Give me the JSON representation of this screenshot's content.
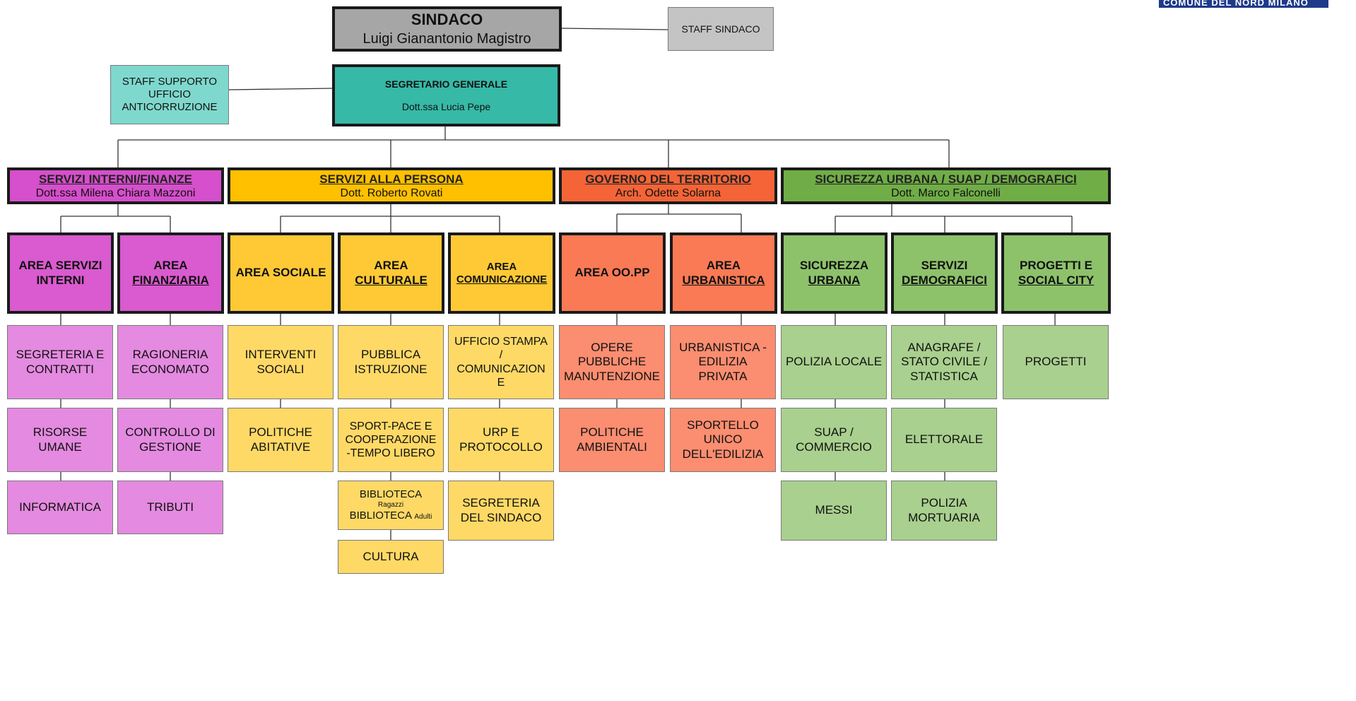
{
  "logo_text": "COMUNE DEL NORD MILANO",
  "sindaco": {
    "title": "SINDACO",
    "name": "Luigi Gianantonio Magistro"
  },
  "staff_sindaco": "STAFF SINDACO",
  "segretario": {
    "title": "SEGRETARIO GENERALE",
    "name": "Dott.ssa Lucia Pepe"
  },
  "staff_anticorruzione": [
    "STAFF SUPPORTO",
    "UFFICIO",
    "ANTICORRUZIONE"
  ],
  "departments": {
    "finanze": {
      "title": "SERVIZI INTERNI/FINANZE",
      "head": "Dott.ssa Milena Chiara Mazzoni"
    },
    "persona": {
      "title": "SERVIZI ALLA PERSONA",
      "head": "Dott. Roberto Rovati"
    },
    "territorio": {
      "title": "GOVERNO DEL TERRITORIO",
      "head": "Arch. Odette Solarna"
    },
    "sicurezza": {
      "title": "SICUREZZA URBANA / SUAP / DEMOGRAFICI",
      "head": "Dott. Marco Falconelli"
    }
  },
  "areas": {
    "servizi_interni": [
      "AREA SERVIZI",
      "INTERNI"
    ],
    "finanziaria": [
      "AREA",
      "FINANZIARIA"
    ],
    "sociale": [
      "AREA SOCIALE"
    ],
    "culturale": [
      "AREA",
      "CULTURALE"
    ],
    "comunicazione": [
      "AREA",
      "COMUNICAZIONE"
    ],
    "oopp": [
      "AREA OO.PP"
    ],
    "urbanistica": [
      "AREA",
      "URBANISTICA"
    ],
    "sicurezza_urbana": [
      "SICUREZZA",
      "URBANA"
    ],
    "demografici": [
      "SERVIZI",
      "DEMOGRAFICI"
    ],
    "progetti": [
      "PROGETTI E",
      "SOCIAL CITY"
    ]
  },
  "offices": {
    "segreteria_contratti": [
      "SEGRETERIA E",
      "CONTRATTI"
    ],
    "risorse_umane": [
      "RISORSE",
      "UMANE"
    ],
    "informatica": [
      "INFORMATICA"
    ],
    "ragioneria": [
      "RAGIONERIA",
      "ECONOMATO"
    ],
    "controllo_gestione": [
      "CONTROLLO DI",
      "GESTIONE"
    ],
    "tributi": [
      "TRIBUTI"
    ],
    "interventi_sociali": [
      "INTERVENTI",
      "SOCIALI"
    ],
    "politiche_abitative": [
      "POLITICHE",
      "ABITATIVE"
    ],
    "pubblica_istruzione": [
      "PUBBLICA",
      "ISTRUZIONE"
    ],
    "sport": [
      "SPORT-PACE E",
      "COOPERAZIONE",
      "-TEMPO LIBERO"
    ],
    "biblioteca": {
      "l1": "BIBLIOTECA",
      "l2": "Ragazzi",
      "l3": "BIBLIOTECA",
      "l3b": "Adulti"
    },
    "cultura": [
      "CULTURA"
    ],
    "ufficio_stampa": [
      "UFFICIO STAMPA",
      "/",
      "COMUNICAZION",
      "E"
    ],
    "urp": [
      "URP E",
      "PROTOCOLLO"
    ],
    "segreteria_sindaco": [
      "SEGRETERIA",
      "DEL SINDACO"
    ],
    "opere_pubbliche": [
      "OPERE",
      "PUBBLICHE",
      "MANUTENZIONE"
    ],
    "politiche_ambientali": [
      "POLITICHE",
      "AMBIENTALI"
    ],
    "urbanistica_edilizia": [
      "URBANISTICA -",
      "EDILIZIA",
      "PRIVATA"
    ],
    "sportello_edilizia": [
      "SPORTELLO",
      "UNICO",
      "DELL'EDILIZIA"
    ],
    "polizia_locale": [
      "POLIZIA LOCALE"
    ],
    "suap": [
      "SUAP /",
      "COMMERCIO"
    ],
    "messi": [
      "MESSI"
    ],
    "anagrafe": [
      "ANAGRAFE /",
      "STATO CIVILE /",
      "STATISTICA"
    ],
    "elettorale": [
      "ELETTORALE"
    ],
    "polizia_mortuaria": [
      "POLIZIA",
      "MORTUARIA"
    ],
    "progetti": [
      "PROGETTI"
    ]
  },
  "colors": {
    "finanze": "#d64fcc",
    "persona": "#ffc000",
    "territorio": "#f56437",
    "sicurezza": "#70ad47",
    "segretario": "#36b9a7",
    "sindaco": "#a6a6a6"
  }
}
